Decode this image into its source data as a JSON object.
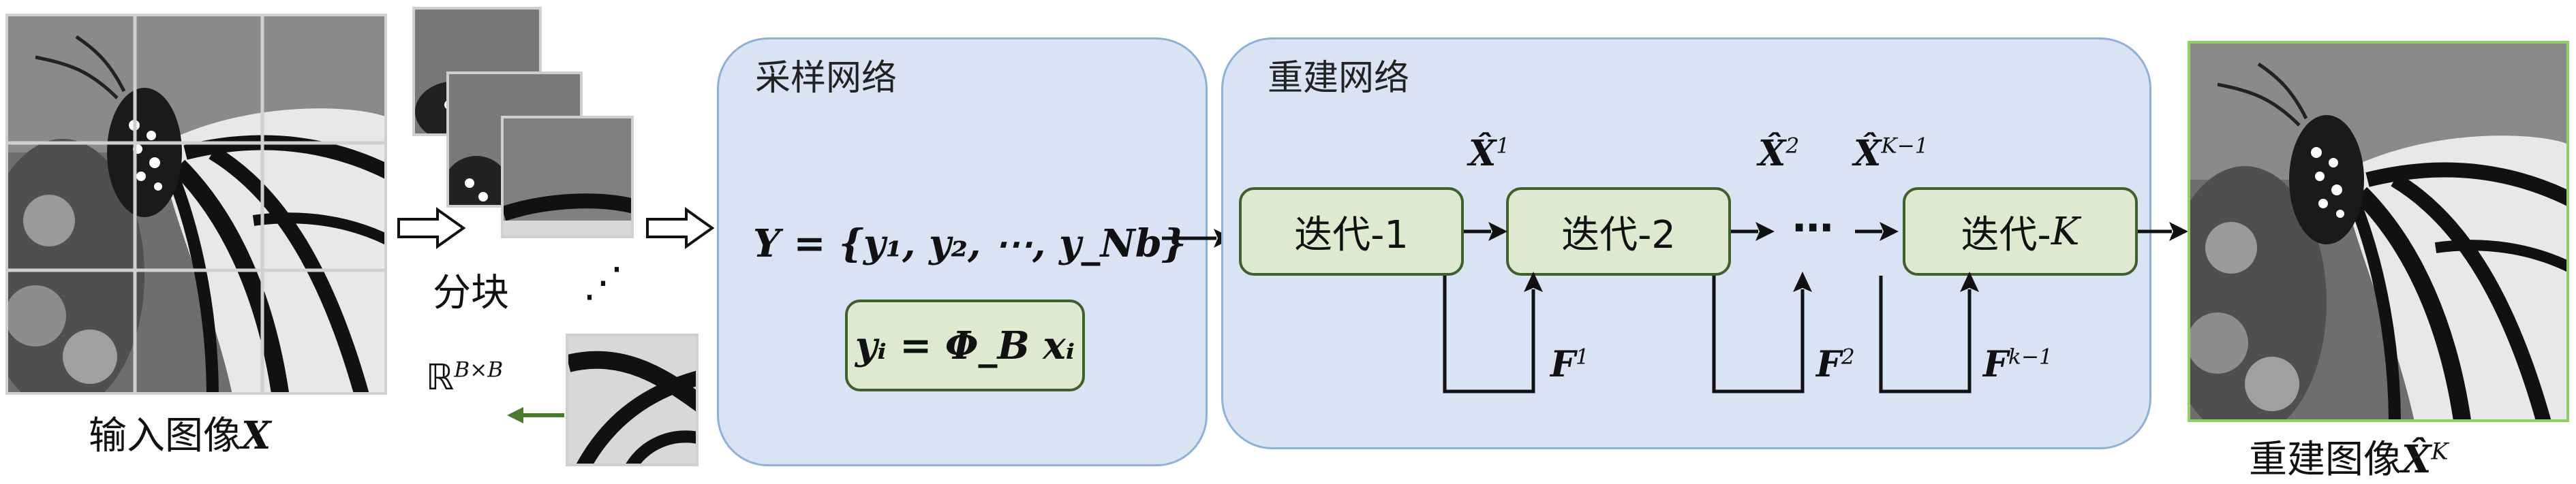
{
  "sampling_panel": {
    "title": "采样网络"
  },
  "recon_panel": {
    "title": "重建网络"
  },
  "input_label": "输入图像",
  "input_symbol": "X",
  "block_label": "分块",
  "dots": "⋰",
  "space_label": "ℝ",
  "space_sup": "B×B",
  "measurement_eq": "Y = {y₁, y₂, ⋯, y_Nb}",
  "sampling_eq": "yᵢ = Φ_B xᵢ",
  "iter1": "迭代-1",
  "iter2": "迭代-2",
  "iterK_prefix": "迭代-",
  "iterK_symbol": "K",
  "ellipsis": "⋯",
  "xhat_sym": "X̂",
  "xhat1_sup": "1",
  "xhat2_sup": "2",
  "xhatK_sup": "K−1",
  "F_sym": "F",
  "f1_sup": "1",
  "f2_sup": "2",
  "fk_sup": "k−1",
  "output_label": "重建图像",
  "output_symbol": "X̂",
  "output_sup": "K",
  "colors": {
    "panel_fill": "#d9e3f3",
    "panel_border": "#8fb0d8",
    "box_fill": "#dfe9d0",
    "box_border": "#3f5f2c",
    "green_arrow": "#4a7a2c"
  }
}
